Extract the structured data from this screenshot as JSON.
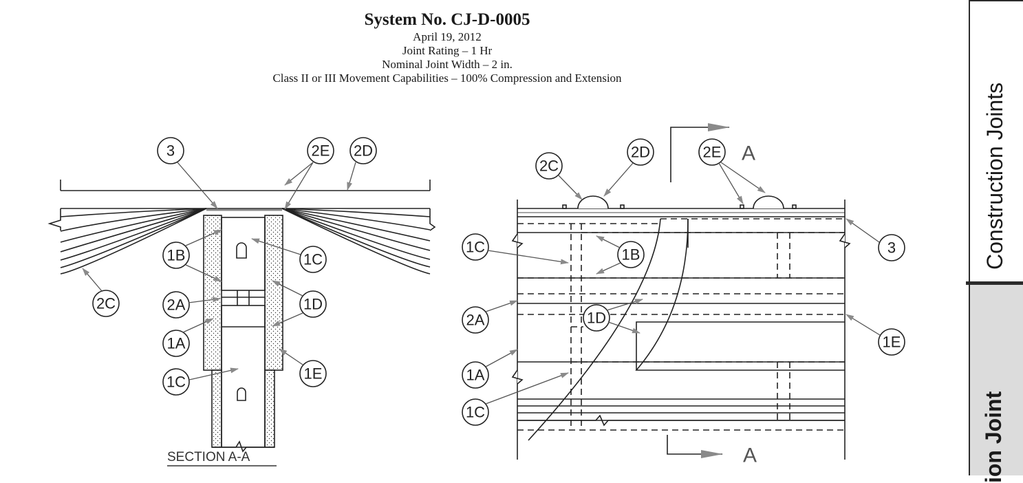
{
  "header": {
    "title": "System No. CJ-D-0005",
    "date": "April 19, 2012",
    "rating": "Joint Rating – 1 Hr",
    "width": "Nominal Joint Width – 2 in.",
    "movement": "Class II or III Movement Capabilities – 100% Compression and Extension"
  },
  "side_tab": {
    "top_label": "Construction Joints",
    "bottom_label": "ion Joint"
  },
  "section_view": {
    "caption": "SECTION A-A",
    "callouts": [
      "3",
      "2E",
      "2D",
      "1B",
      "1C",
      "2C",
      "2A",
      "1D",
      "1A",
      "1C",
      "1E"
    ]
  },
  "plan_view": {
    "section_mark": "A",
    "callouts": [
      "2C",
      "2D",
      "2E",
      "1C",
      "1B",
      "3",
      "2A",
      "1D",
      "1E",
      "1A",
      "1C"
    ]
  }
}
